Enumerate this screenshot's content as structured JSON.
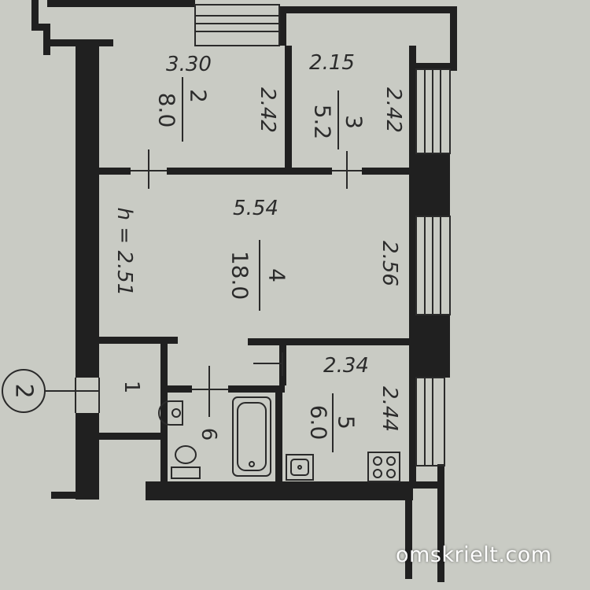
{
  "plan": {
    "circle_marker": "2",
    "rooms": [
      {
        "number": "1",
        "area": "",
        "length": "",
        "width": ""
      },
      {
        "number": "2",
        "area": "8.0",
        "length": "3.30",
        "width": "2.42"
      },
      {
        "number": "3",
        "area": "5.2",
        "length": "2.15",
        "width": "2.42"
      },
      {
        "number": "4",
        "area": "18.0",
        "length": "5.54",
        "width": "2.56"
      },
      {
        "number": "5",
        "area": "6.0",
        "length": "2.34",
        "width": "2.44"
      },
      {
        "number": "6",
        "area": "",
        "length": "",
        "width": ""
      }
    ],
    "ceiling_height": "h = 2.51"
  },
  "colors": {
    "background": "#c9cbc4",
    "ink": "#202020"
  },
  "watermark": "omskrielt.com"
}
